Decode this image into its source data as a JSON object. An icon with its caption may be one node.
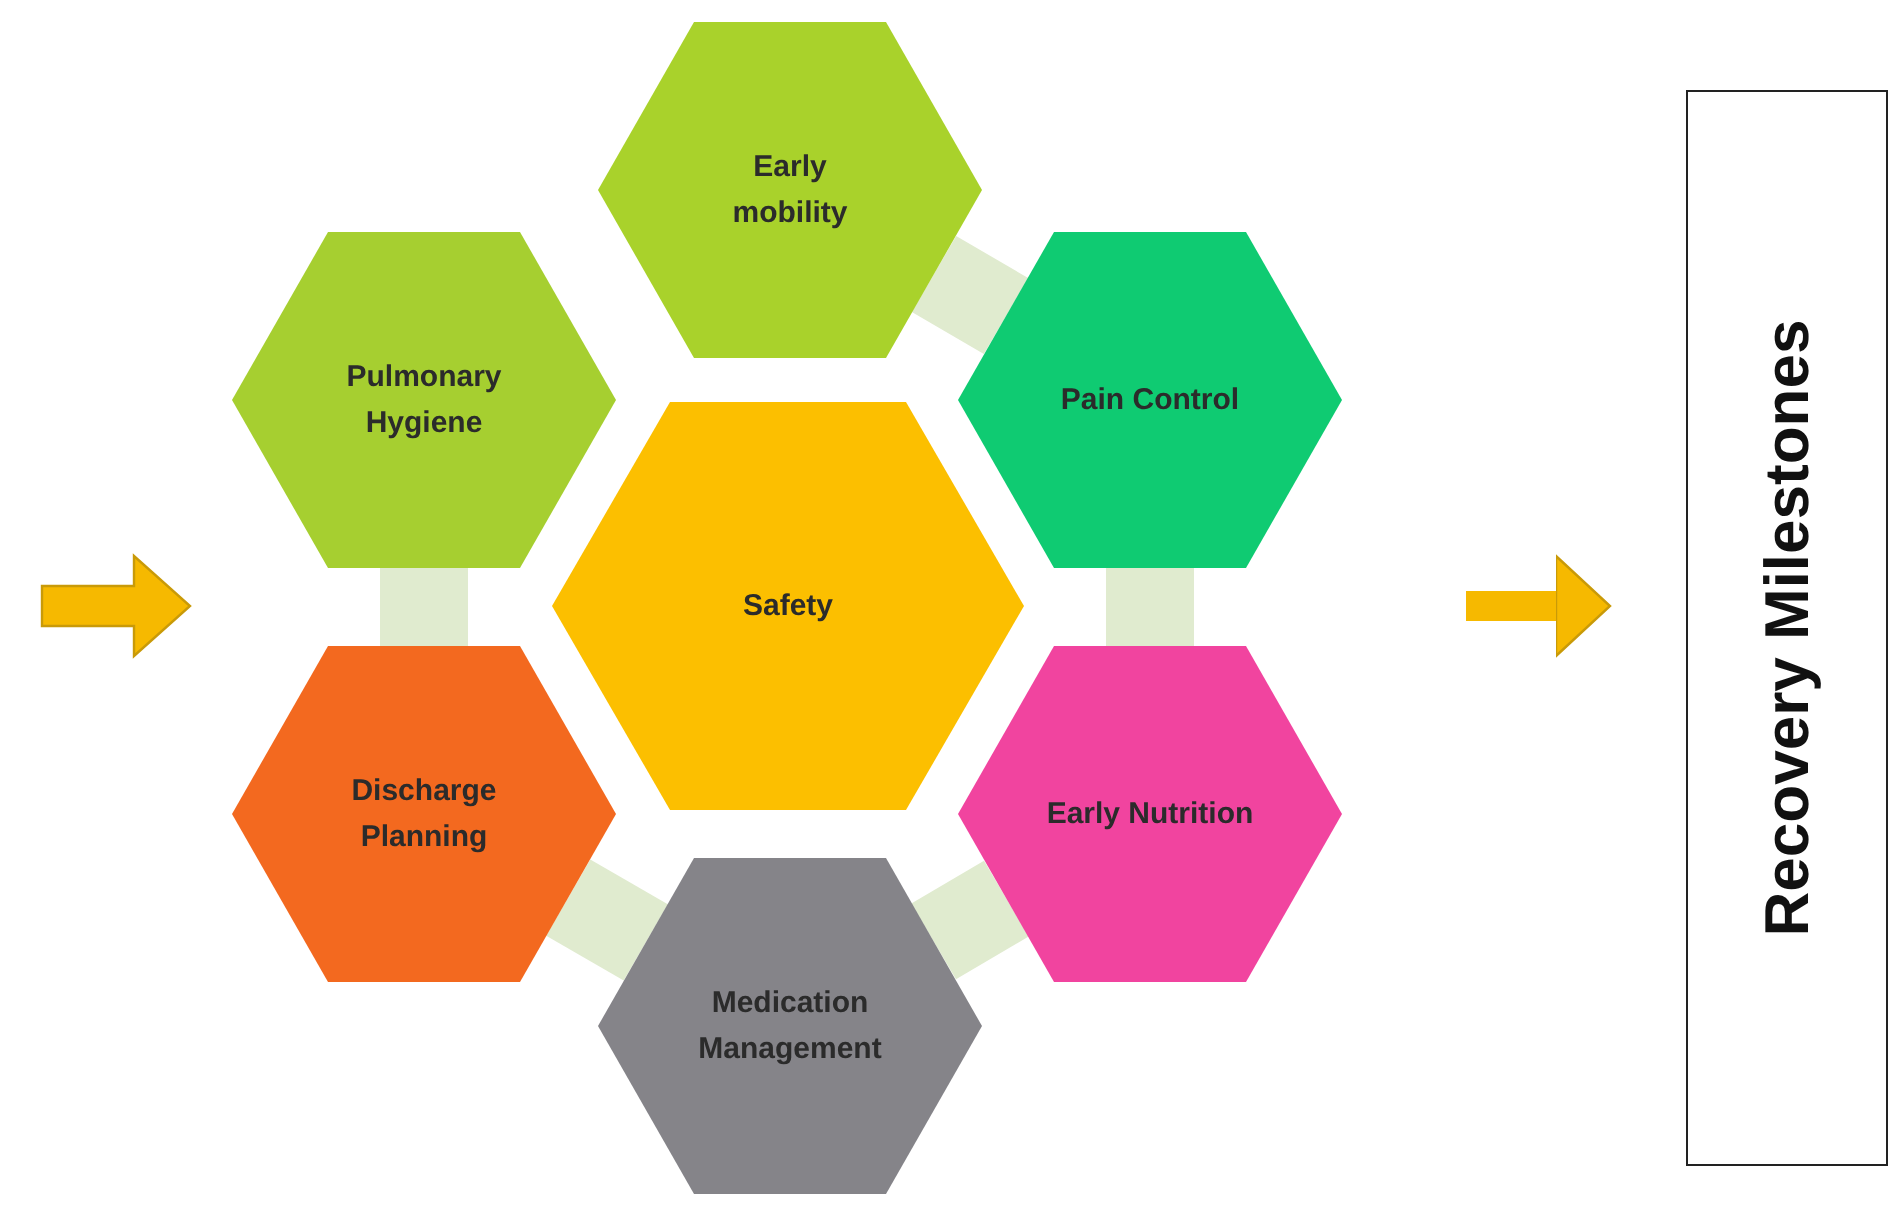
{
  "diagram": {
    "nodes": [
      {
        "text": [
          "Early mobility"
        ]
      },
      {
        "text": [
          "Pulmonary Hygiene"
        ]
      },
      {
        "text": [
          "Pain Control"
        ]
      },
      {
        "text": [
          "Safety"
        ]
      },
      {
        "text": [
          "Discharge Planning"
        ]
      },
      {
        "text": [
          "Early Nutrition"
        ]
      },
      {
        "text": [
          "Medication Management"
        ]
      },
      {
        "text": [
          "Recovery Milestones"
        ]
      }
    ],
    "edges": [
      {
        "from": 0,
        "to": 2,
        "arrow": "none"
      },
      {
        "from": 2,
        "to": 5,
        "arrow": "none"
      },
      {
        "from": 5,
        "to": 6,
        "arrow": "none"
      },
      {
        "from": 6,
        "to": 4,
        "arrow": "none"
      },
      {
        "from": 4,
        "to": 1,
        "arrow": "none"
      },
      {
        "from": null,
        "to": 7,
        "arrow": "to",
        "color": "#f6b900"
      }
    ]
  }
}
